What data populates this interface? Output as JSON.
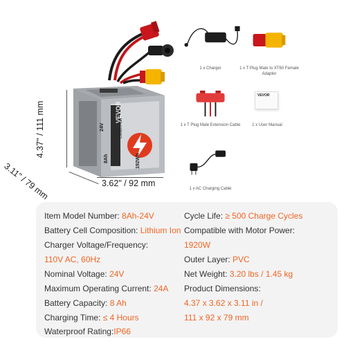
{
  "dimensions": {
    "height": "4.37\" / 111 mm",
    "width": "3.62\" / 92 mm",
    "depth": "3.11\" / 79 mm"
  },
  "battery": {
    "brand": "VEVOR",
    "side_text": "Lithium-ion",
    "voltage_badge": "24V",
    "capacity_badge": "8Ah",
    "power_badge": "192Wh"
  },
  "accessories": [
    {
      "label": "1 x Charger",
      "icon": "charger-icon"
    },
    {
      "label": "1 x T Plug Male to XT60 Female Adapter",
      "icon": "adapter-icon"
    },
    {
      "label": "1 x T Plug Male Extension Cable",
      "icon": "extension-cable-icon"
    },
    {
      "label": "1 x User Manual",
      "icon": "manual-icon",
      "cover": "VEVOR"
    },
    {
      "label": "1 x AC Charging Cable",
      "icon": "ac-cable-icon"
    }
  ],
  "specs": {
    "left": [
      {
        "label": "Item Model Number: ",
        "value": "8Ah-24V"
      },
      {
        "label": "Battery Cell Composition: ",
        "value": "Lithium Ion"
      },
      {
        "label": "Charger Voltage/Frequency:",
        "value": ""
      },
      {
        "label": "",
        "value": "110V AC, 60Hz"
      },
      {
        "label": "Nominal Voltage: ",
        "value": "24V"
      },
      {
        "label": "Maximum Operating Current: ",
        "value": "24A"
      },
      {
        "label": "Battery Capacity: ",
        "value": "8 Ah"
      },
      {
        "label": "Charging Time: ",
        "value": "≤ 4 Hours"
      },
      {
        "label": "Waterproof Rating:",
        "value": "IP66"
      }
    ],
    "right": [
      {
        "label": "Cycle Life: ",
        "value": "≥ 500 Charge Cycles"
      },
      {
        "label": "Compatible with Motor Power:",
        "value": ""
      },
      {
        "label": "",
        "value": "1920W"
      },
      {
        "label": "Outer Layer: ",
        "value": "PVC"
      },
      {
        "label": "Net Weight: ",
        "value": "3.20 lbs / 1.45 kg"
      },
      {
        "label": "Product Dimensions:",
        "value": ""
      },
      {
        "label": "",
        "value": "4.37 x 3.62 x 3.11 in /"
      },
      {
        "label": "",
        "value": "111 x 92 x 79 mm"
      }
    ]
  },
  "colors": {
    "accent": "#f26522",
    "panel": "#f3f3f4",
    "text": "#333333"
  }
}
